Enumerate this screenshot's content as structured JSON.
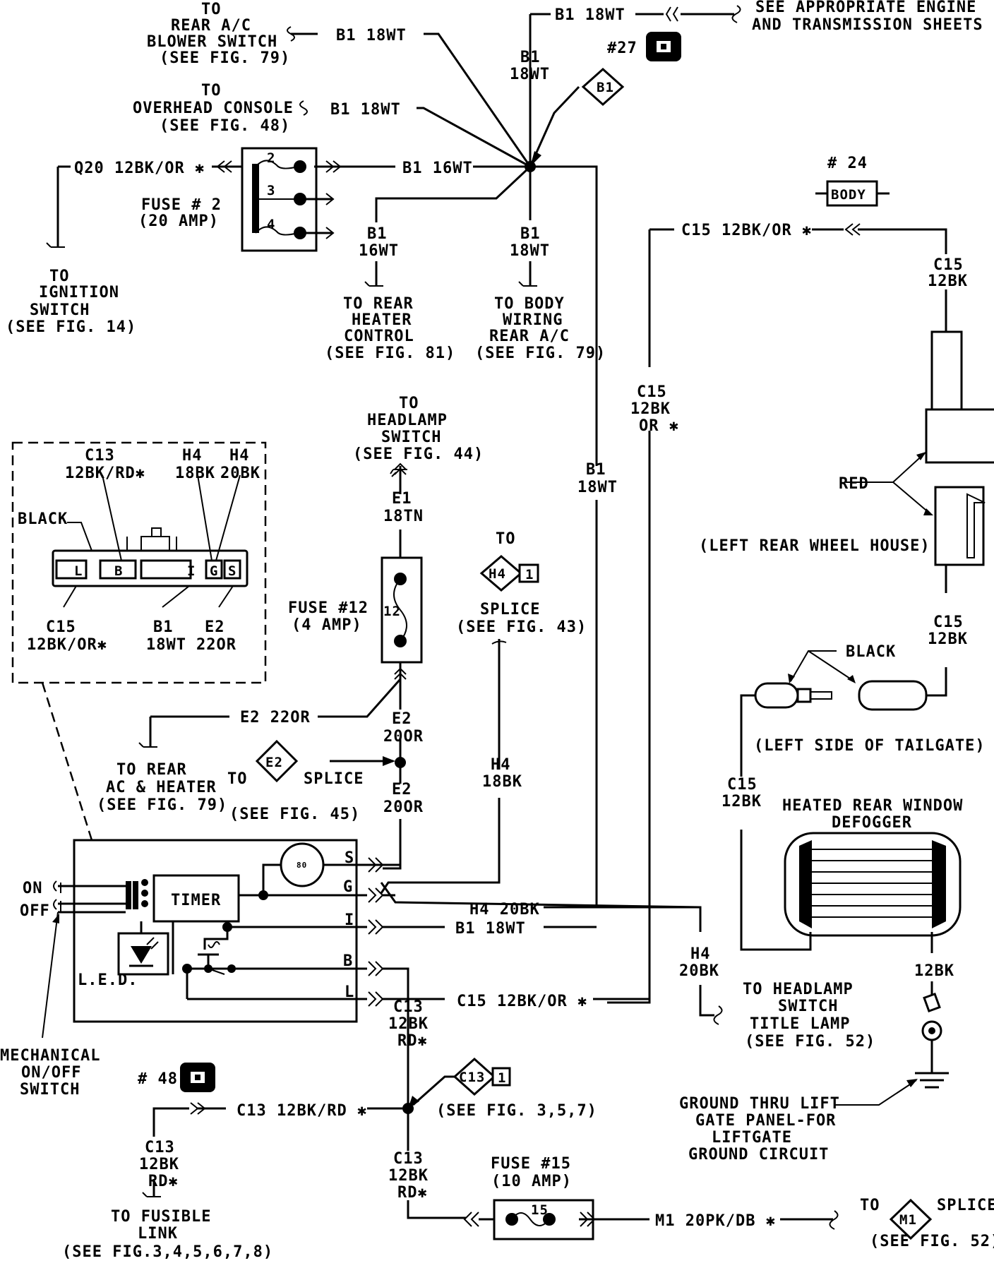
{
  "labels": {
    "top_b1_18wt": "B1 18WT",
    "see_appropriate_1": "SEE APPROPRIATE ENGINE",
    "see_appropriate_2": "AND TRANSMISSION SHEETS",
    "conn_27": "#27",
    "b1_vert_1": "B1",
    "b1_vert_2": "18WT",
    "splice_b1": "B1",
    "rear_ac_to": "TO",
    "rear_ac_1": "REAR A/C",
    "rear_ac_2": "BLOWER SWITCH",
    "rear_ac_3": "(SEE FIG. 79)",
    "rear_ac_wire": "B1 18WT",
    "ovh_to": "TO",
    "ovh_1": "OVERHEAD CONSOLE",
    "ovh_2": "(SEE FIG. 48)",
    "ovh_wire": "B1 18WT",
    "q20_wire": "Q20 12BK/OR ✱",
    "fuse2_1": "FUSE # 2",
    "fuse2_2": "(20 AMP)",
    "fuse2_t2": "2",
    "fuse2_t3": "3",
    "fuse2_t4": "4",
    "b1_16wt": "B1 16WT",
    "ign_to": "TO",
    "ign_1": "IGNITION",
    "ign_2": "SWITCH",
    "ign_3": "(SEE FIG. 14)",
    "heater_wire_1": "B1",
    "heater_wire_2": "16WT",
    "heater_to": "TO REAR",
    "heater_1": "HEATER",
    "heater_2": "CONTROL",
    "heater_3": "(SEE FIG. 81)",
    "body_wire_1": "B1",
    "body_wire_2": "18WT",
    "body_to": "TO BODY",
    "body_1": "WIRING",
    "body_2": "REAR A/C",
    "body_3": "(SEE FIG. 79)",
    "conn24": "# 24",
    "conn24_body": "BODY",
    "c15_top": "C15 12BK/OR ✱",
    "c15_12bk_a1": "C15",
    "c15_12bk_a2": "12BK",
    "red": "RED",
    "lrwh": "(LEFT REAR WHEEL HOUSE)",
    "c15_12bk_b1": "C15",
    "c15_12bk_b2": "12BK",
    "black_right": "BLACK",
    "tailgate": "(LEFT SIDE OF TAILGATE)",
    "c15_12bk_c1": "C15",
    "c15_12bk_c2": "12BK",
    "defogger_1": "HEATED REAR WINDOW",
    "defogger_2": "DEFOGGER",
    "c15_vert_1": "C15",
    "c15_vert_2": "12BK",
    "c15_vert_3": "OR ✱",
    "b1_mid_1": "B1",
    "b1_mid_2": "18WT",
    "hl_to": "TO",
    "hl_1": "HEADLAMP",
    "hl_2": "SWITCH",
    "hl_3": "(SEE FIG. 44)",
    "e1_1": "E1",
    "e1_2": "18TN",
    "fuse12_1": "FUSE #12",
    "fuse12_2": "(4 AMP)",
    "fuse12_num": "12",
    "h4_to": "TO",
    "h4_diamond": "H4",
    "h4_flag": "1",
    "h4_splice": "SPLICE",
    "h4_see": "(SEE FIG. 43)",
    "conn_c13": "C13",
    "conn_c13_2": "12BK/RD✱",
    "conn_h4a_1": "H4",
    "conn_h4a_2": "18BK",
    "conn_h4b_1": "H4",
    "conn_h4b_2": "20BK",
    "conn_black": "BLACK",
    "pin_L": "L",
    "pin_B": "B",
    "pin_I": "I",
    "pin_G": "G",
    "pin_S": "S",
    "conn_c15_1": "C15",
    "conn_c15_2": "12BK/OR✱",
    "conn_b1_1": "B1",
    "conn_b1_2": "18WT",
    "conn_e2_1": "E2",
    "conn_e2_2": "22OR",
    "e2_22or": "E2 22OR",
    "e2_20or_a1": "E2",
    "e2_20or_a2": "20OR",
    "rear_heater_to": "TO REAR",
    "rear_heater_1": "AC & HEATER",
    "rear_heater_2": "(SEE FIG. 79)",
    "e2_to": "TO",
    "e2_diamond": "E2",
    "e2_splice": "SPLICE",
    "e2_see": "(SEE FIG. 45)",
    "e2_20or_b1": "E2",
    "e2_20or_b2": "20OR",
    "h4_18bk_1": "H4",
    "h4_18bk_2": "18BK",
    "on": "ON",
    "off": "OFF",
    "timer": "TIMER",
    "gauge": "80",
    "led": "L.E.D.",
    "sw_S": "S",
    "sw_G": "G",
    "sw_I": "I",
    "sw_B": "B",
    "sw_L": "L",
    "h4_20bk": "H4 20BK",
    "b1_18wt_bottom": "B1 18WT",
    "c15_bottom": "C15 12BK/OR ✱",
    "h4_20bk_v1": "H4",
    "h4_20bk_v2": "20BK",
    "hls_to": "TO HEADLAMP",
    "hls_1": "SWITCH",
    "hls_2": "TITLE LAMP",
    "hls_3": "(SEE FIG. 52)",
    "bk12": "12BK",
    "gnd_1": "GROUND THRU LIFT",
    "gnd_2": "GATE PANEL-FOR",
    "gnd_3": "LIFTGATE",
    "gnd_4": "GROUND CIRCUIT",
    "mech_1": "MECHANICAL",
    "mech_2": "ON/OFF",
    "mech_3": "SWITCH",
    "c13_v1": "C13",
    "c13_v2": "12BK",
    "c13_v3": "RD✱",
    "c13_diamond": "C13",
    "c13_flag": "1",
    "c13_see": "(SEE FIG. 3,5,7)",
    "conn48": "# 48",
    "c13_horiz": "C13 12BK/RD ✱",
    "c13_l1": "C13",
    "c13_l2": "12BK",
    "c13_l3": "RD✱",
    "fusible_to": "TO FUSIBLE",
    "fusible_1": "LINK",
    "fusible_2": "(SEE FIG.3,4,5,6,7,8)",
    "c13_b1": "C13",
    "c13_b2": "12BK",
    "c13_b3": "RD✱",
    "fuse15_1": "FUSE #15",
    "fuse15_2": "(10 AMP)",
    "fuse15_num": "15",
    "m1_wire": "M1 20PK/DB ✱",
    "m1_to": "TO",
    "m1_diamond": "M1",
    "m1_splice": "SPLICE",
    "m1_see": "(SEE FIG. 52)"
  }
}
